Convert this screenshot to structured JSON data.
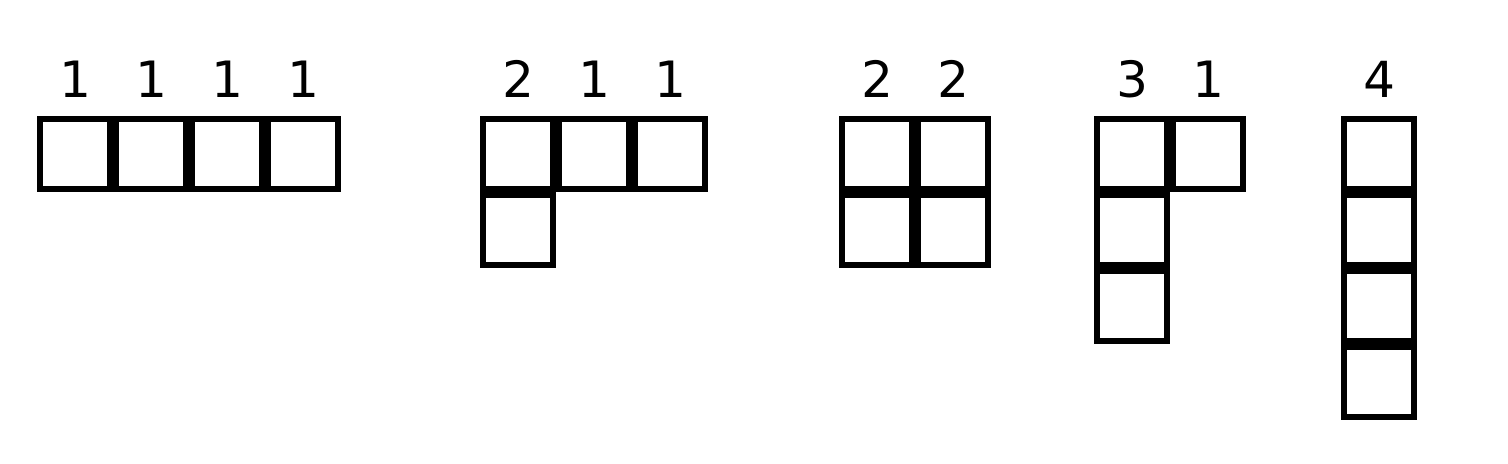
{
  "partitions": [
    {
      "parts": [
        "1",
        "1",
        "1",
        "1"
      ],
      "column_heights": [
        1,
        1,
        1,
        1
      ]
    },
    {
      "parts": [
        "2",
        "1",
        "1"
      ],
      "column_heights": [
        2,
        1,
        1
      ]
    },
    {
      "parts": [
        "2",
        "2"
      ],
      "column_heights": [
        2,
        2
      ]
    },
    {
      "parts": [
        "3",
        "1"
      ],
      "column_heights": [
        3,
        1
      ]
    },
    {
      "parts": [
        "4"
      ],
      "column_heights": [
        4
      ]
    }
  ],
  "colors": {
    "stroke": "#000000",
    "fill": "#ffffff",
    "text": "#000000"
  }
}
